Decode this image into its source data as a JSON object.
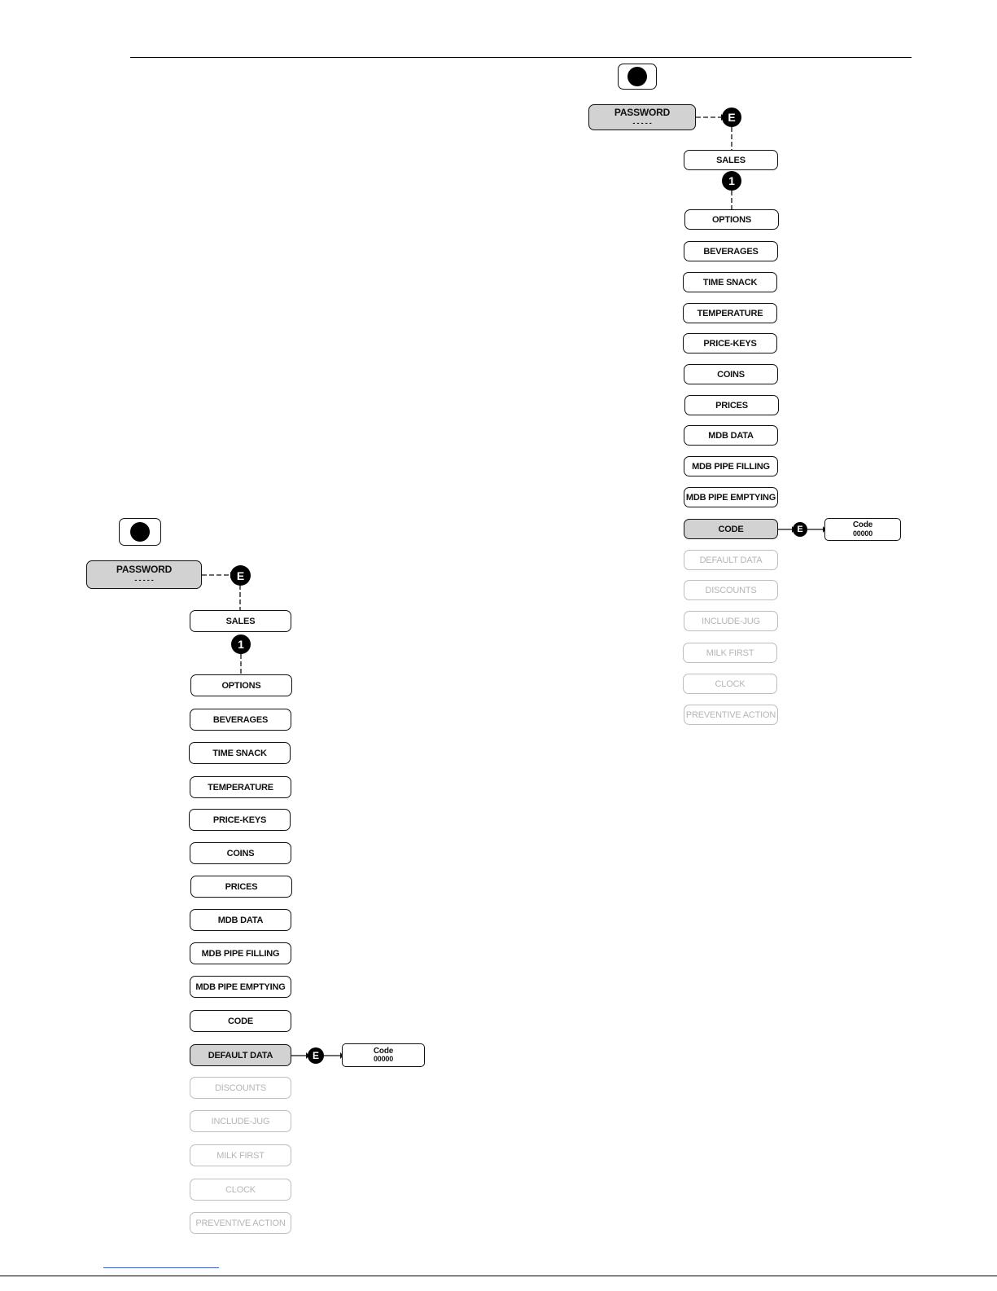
{
  "badges": {
    "enter": "E",
    "step": "1"
  },
  "left_diagram": {
    "password": {
      "label": "PASSWORD",
      "dots": "- - - - -"
    },
    "sales": "SALES",
    "menu": [
      "OPTIONS",
      "BEVERAGES",
      "TIME SNACK",
      "TEMPERATURE",
      "PRICE-KEYS",
      "COINS",
      "PRICES",
      "MDB DATA",
      "MDB PIPE FILLING",
      "MDB PIPE EMPTYING",
      "CODE"
    ],
    "selected": "DEFAULT DATA",
    "disabled": [
      "DISCOUNTS",
      "INCLUDE-JUG",
      "MILK FIRST",
      "CLOCK",
      "PREVENTIVE ACTION"
    ],
    "code_box": {
      "label": "Code",
      "value": "00000"
    }
  },
  "right_diagram": {
    "password": {
      "label": "PASSWORD",
      "dots": "- - - - -"
    },
    "sales": "SALES",
    "menu": [
      "OPTIONS",
      "BEVERAGES",
      "TIME SNACK",
      "TEMPERATURE",
      "PRICE-KEYS",
      "COINS",
      "PRICES",
      "MDB DATA",
      "MDB PIPE FILLING",
      "MDB PIPE EMPTYING"
    ],
    "selected": "CODE",
    "disabled": [
      "DEFAULT DATA",
      "DISCOUNTS",
      "INCLUDE-JUG",
      "MILK FIRST",
      "CLOCK",
      "PREVENTIVE ACTION"
    ],
    "code_box": {
      "label": "Code",
      "value": "00000"
    }
  }
}
